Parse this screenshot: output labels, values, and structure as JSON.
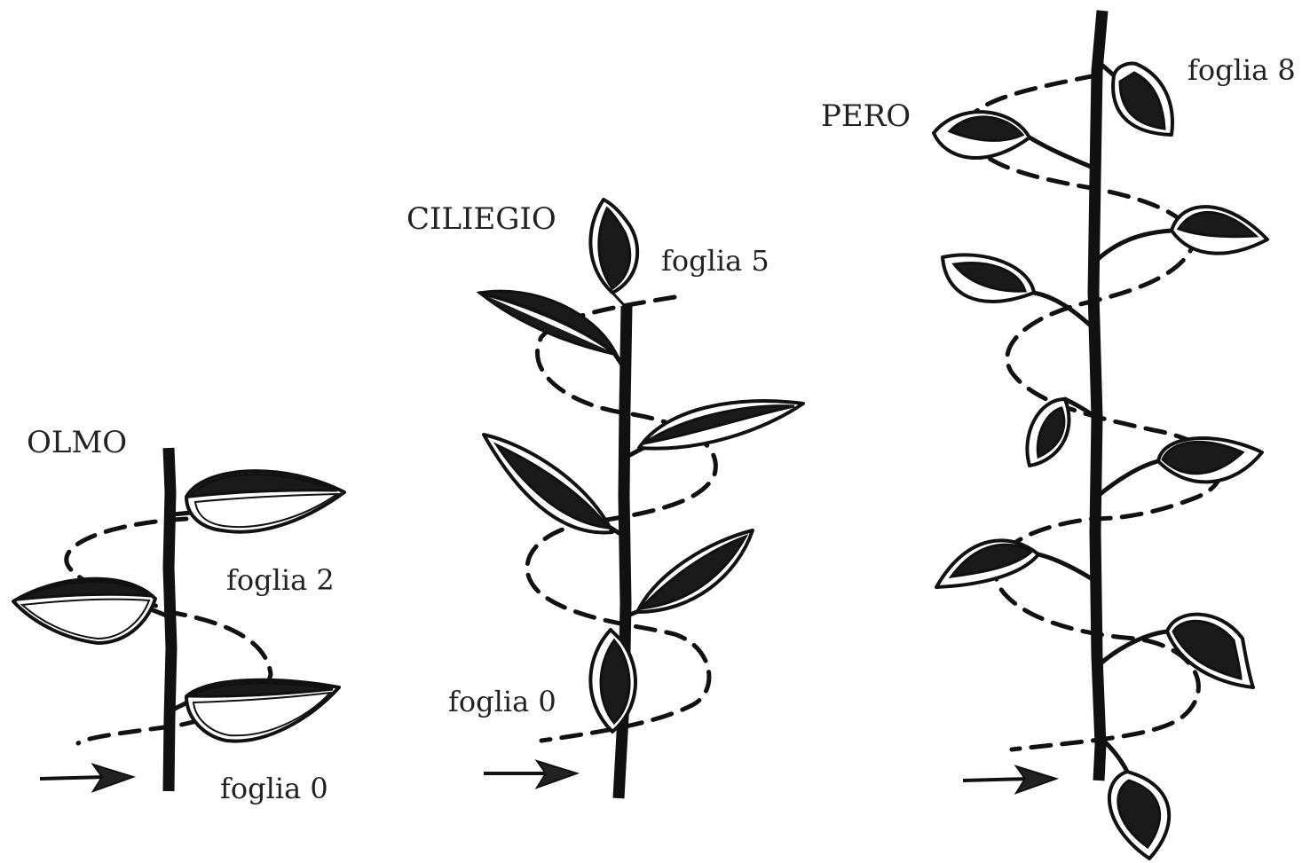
{
  "plants": {
    "olmo": {
      "name": "OLMO",
      "leaf_top": "foglia 2",
      "leaf_bottom": "foglia 0"
    },
    "ciliegio": {
      "name": "CILIEGIO",
      "leaf_top": "foglia 5",
      "leaf_bottom": "foglia 0"
    },
    "pero": {
      "name": "PERO",
      "leaf_top": "foglia 8"
    }
  }
}
